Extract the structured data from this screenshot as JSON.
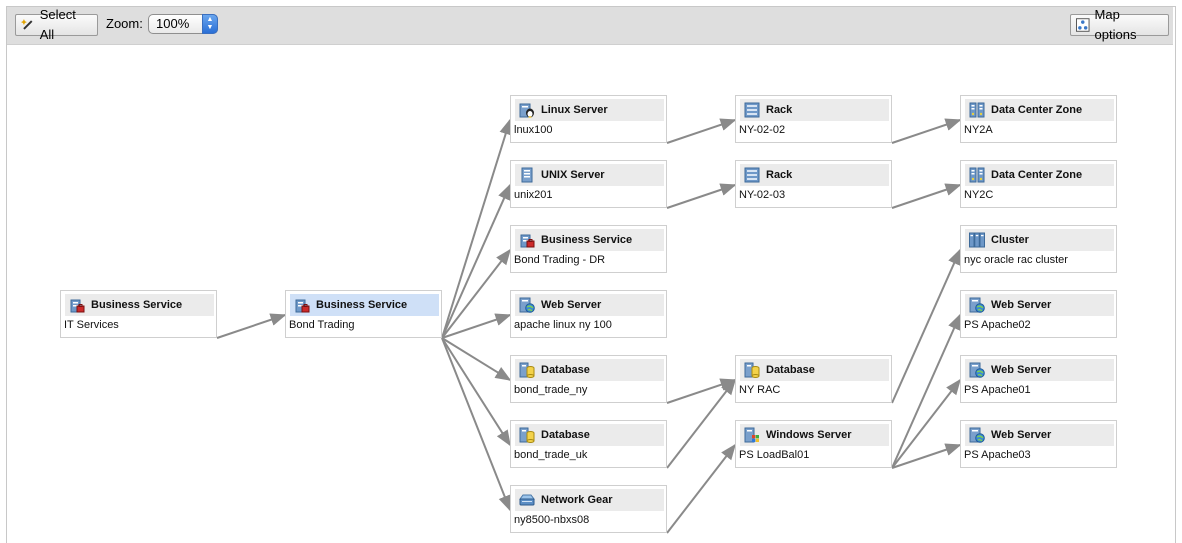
{
  "toolbar": {
    "select_all_label": "Select All",
    "zoom_label": "Zoom:",
    "zoom_value": "100%",
    "map_options_label": "Map options"
  },
  "colors": {
    "edge": "#8a8a8a",
    "node_header": "#ebebeb",
    "selected_header": "#cfe0f7",
    "toolbar_bg": "#dedede"
  },
  "nodes": [
    {
      "id": "it-services",
      "type": "Business Service",
      "name": "IT Services",
      "icon": "business-service-icon"
    },
    {
      "id": "bond-trading",
      "type": "Business Service",
      "name": "Bond Trading",
      "icon": "business-service-icon",
      "selected": true
    },
    {
      "id": "linux100",
      "type": "Linux Server",
      "name": "lnux100",
      "icon": "linux-server-icon"
    },
    {
      "id": "unix201",
      "type": "UNIX Server",
      "name": "unix201",
      "icon": "unix-server-icon"
    },
    {
      "id": "bond-trading-dr",
      "type": "Business Service",
      "name": "Bond Trading - DR",
      "icon": "business-service-icon"
    },
    {
      "id": "apache-linux",
      "type": "Web Server",
      "name": "apache linux ny 100",
      "icon": "web-server-icon"
    },
    {
      "id": "bond-trade-ny",
      "type": "Database",
      "name": "bond_trade_ny",
      "icon": "database-icon"
    },
    {
      "id": "bond-trade-uk",
      "type": "Database",
      "name": "bond_trade_uk",
      "icon": "database-icon"
    },
    {
      "id": "ny8500",
      "type": "Network Gear",
      "name": "ny8500-nbxs08",
      "icon": "network-gear-icon"
    },
    {
      "id": "rack-1",
      "type": "Rack",
      "name": "NY-02-02",
      "icon": "rack-icon"
    },
    {
      "id": "rack-2",
      "type": "Rack",
      "name": "NY-02-03",
      "icon": "rack-icon"
    },
    {
      "id": "ny-rac",
      "type": "Database",
      "name": "NY RAC",
      "icon": "database-icon"
    },
    {
      "id": "loadbal",
      "type": "Windows Server",
      "name": "PS LoadBal01",
      "icon": "windows-server-icon"
    },
    {
      "id": "ny2a",
      "type": "Data Center Zone",
      "name": "NY2A",
      "icon": "data-center-zone-icon"
    },
    {
      "id": "ny2c",
      "type": "Data Center Zone",
      "name": "NY2C",
      "icon": "data-center-zone-icon"
    },
    {
      "id": "cluster",
      "type": "Cluster",
      "name": "nyc oracle rac cluster",
      "icon": "cluster-icon"
    },
    {
      "id": "apache02",
      "type": "Web Server",
      "name": "PS Apache02",
      "icon": "web-server-icon"
    },
    {
      "id": "apache01",
      "type": "Web Server",
      "name": "PS Apache01",
      "icon": "web-server-icon"
    },
    {
      "id": "apache03",
      "type": "Web Server",
      "name": "PS Apache03",
      "icon": "web-server-icon"
    }
  ],
  "edges": [
    [
      "it-services",
      "bond-trading"
    ],
    [
      "bond-trading",
      "linux100"
    ],
    [
      "bond-trading",
      "unix201"
    ],
    [
      "bond-trading",
      "bond-trading-dr"
    ],
    [
      "bond-trading",
      "apache-linux"
    ],
    [
      "bond-trading",
      "bond-trade-ny"
    ],
    [
      "bond-trading",
      "bond-trade-uk"
    ],
    [
      "bond-trading",
      "ny8500"
    ],
    [
      "linux100",
      "rack-1"
    ],
    [
      "unix201",
      "rack-2"
    ],
    [
      "rack-1",
      "ny2a"
    ],
    [
      "rack-2",
      "ny2c"
    ],
    [
      "bond-trade-ny",
      "ny-rac"
    ],
    [
      "bond-trade-uk",
      "ny-rac"
    ],
    [
      "ny8500",
      "loadbal"
    ],
    [
      "ny-rac",
      "cluster"
    ],
    [
      "loadbal",
      "apache02"
    ],
    [
      "loadbal",
      "apache01"
    ],
    [
      "loadbal",
      "apache03"
    ]
  ]
}
